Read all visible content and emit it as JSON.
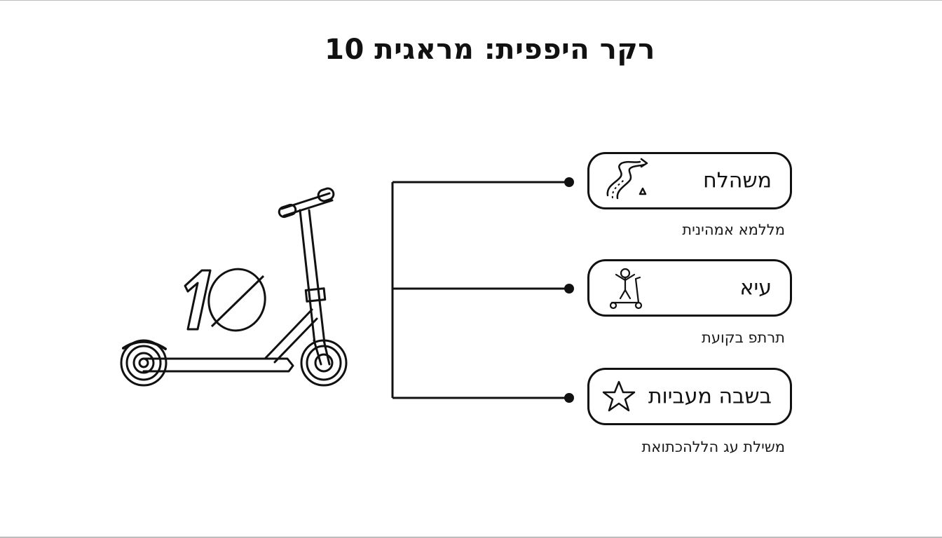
{
  "title": "רקר היפפית: מראגית 10",
  "scooter": {
    "badge_text": "10"
  },
  "features": [
    {
      "label": "משהלח",
      "caption": "מללמא אמהינית",
      "icon": "winding-road-icon"
    },
    {
      "label": "עיא",
      "caption": "תרתפ בקועת",
      "icon": "child-on-scooter-icon"
    },
    {
      "label": "בשבה מעביות",
      "caption": "משילת עג הללהכתואת",
      "icon": "star-icon"
    }
  ],
  "colors": {
    "ink": "#111111",
    "background": "#ffffff"
  }
}
